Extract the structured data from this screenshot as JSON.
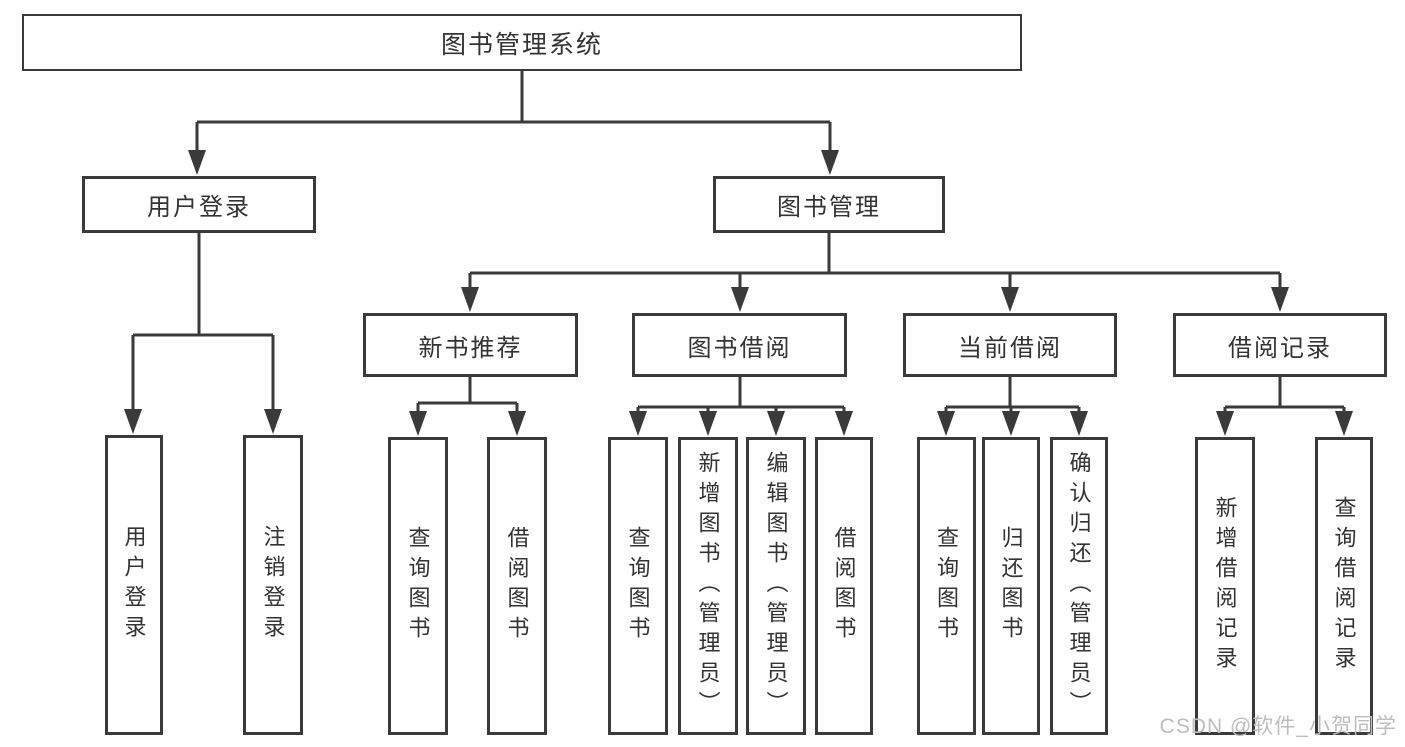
{
  "tree": {
    "root": "图书管理系统",
    "branches": [
      {
        "label": "用户登录",
        "children": [
          "用户登录",
          "注销登录"
        ]
      },
      {
        "label": "图书管理",
        "sections": [
          {
            "label": "新书推荐",
            "children": [
              "查询图书",
              "借阅图书"
            ]
          },
          {
            "label": "图书借阅",
            "children": [
              "查询图书",
              "新增图书（管理员）",
              "编辑图书（管理员）",
              "借阅图书"
            ]
          },
          {
            "label": "当前借阅",
            "children": [
              "查询图书",
              "归还图书",
              "确认归还（管理员）"
            ]
          },
          {
            "label": "借阅记录",
            "children": [
              "新增借阅记录",
              "查询借阅记录"
            ]
          }
        ]
      }
    ]
  },
  "watermark": "CSDN @软件_小贺同学",
  "colors": {
    "line": "#3a3a3a",
    "text": "#333333",
    "background": "#ffffff",
    "watermark": "#bdbdbd"
  }
}
